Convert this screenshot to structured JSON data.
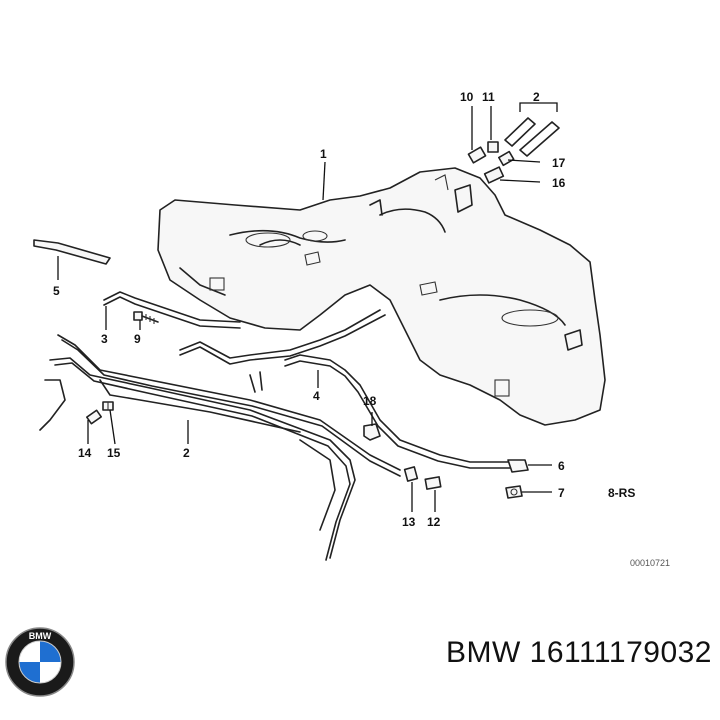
{
  "callouts": {
    "c1": "1",
    "c2_top": "2",
    "c2_bottom": "2",
    "c3": "3",
    "c4": "4",
    "c5": "5",
    "c6": "6",
    "c7": "7",
    "c9": "9",
    "c10": "10",
    "c11": "11",
    "c12": "12",
    "c13": "13",
    "c14": "14",
    "c15": "15",
    "c16": "16",
    "c17": "17",
    "c18": "18"
  },
  "variant_label": "8-RS",
  "reference_code": "00010721",
  "caption": {
    "brand": "BMW",
    "part_number": "16111179032"
  },
  "logo": {
    "brand_text": "BMW",
    "ring_color": "#1a1a1a",
    "blue": "#1f6fd1",
    "white": "#ffffff"
  }
}
